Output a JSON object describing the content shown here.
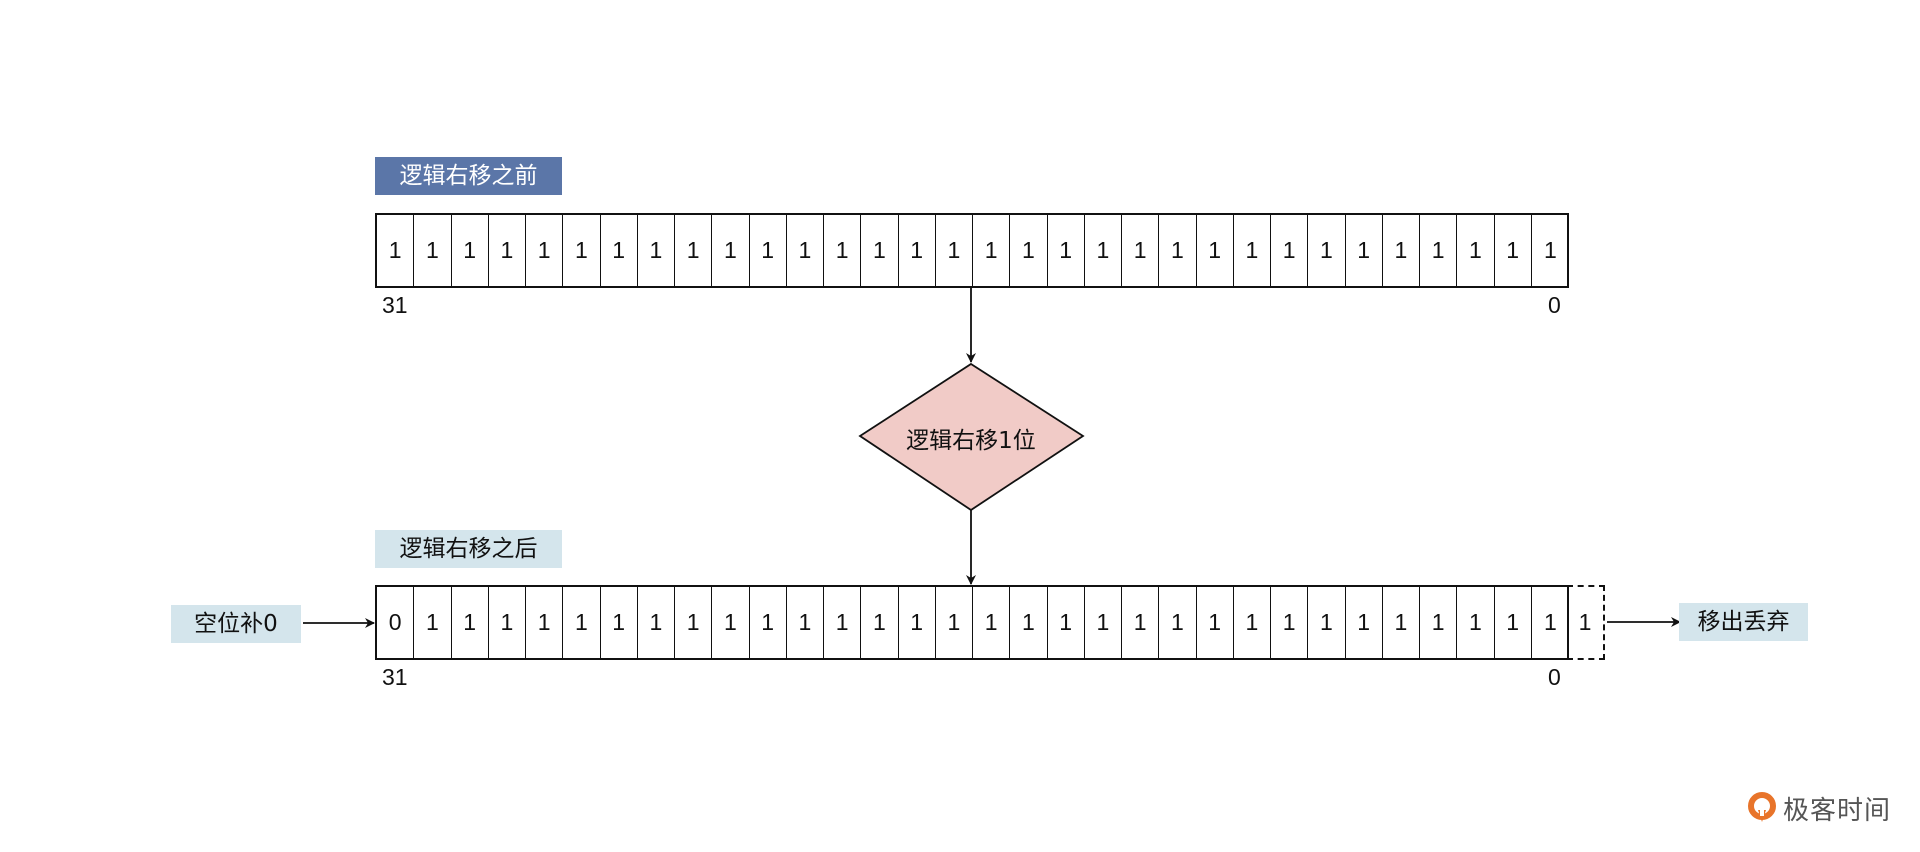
{
  "diagram": {
    "before": {
      "title": "逻辑右移之前",
      "bits": [
        "1",
        "1",
        "1",
        "1",
        "1",
        "1",
        "1",
        "1",
        "1",
        "1",
        "1",
        "1",
        "1",
        "1",
        "1",
        "1",
        "1",
        "1",
        "1",
        "1",
        "1",
        "1",
        "1",
        "1",
        "1",
        "1",
        "1",
        "1",
        "1",
        "1",
        "1",
        "1"
      ],
      "msb_label": "31",
      "lsb_label": "0"
    },
    "operation": {
      "label": "逻辑右移1位"
    },
    "after": {
      "title": "逻辑右移之后",
      "bits": [
        "0",
        "1",
        "1",
        "1",
        "1",
        "1",
        "1",
        "1",
        "1",
        "1",
        "1",
        "1",
        "1",
        "1",
        "1",
        "1",
        "1",
        "1",
        "1",
        "1",
        "1",
        "1",
        "1",
        "1",
        "1",
        "1",
        "1",
        "1",
        "1",
        "1",
        "1",
        "1"
      ],
      "msb_label": "31",
      "lsb_label": "0",
      "shifted_out_bit": "1",
      "fill_label": "空位补0",
      "discard_label": "移出丢弃"
    },
    "colors": {
      "title_before_bg": "#5b76a8",
      "title_after_bg": "#d4e5ec",
      "side_label_bg": "#d4e5ec",
      "diamond_fill": "#f1cbc7",
      "stroke": "#111111"
    }
  },
  "watermark": {
    "brand": "极客时间",
    "icon": "geektime-logo-icon"
  }
}
